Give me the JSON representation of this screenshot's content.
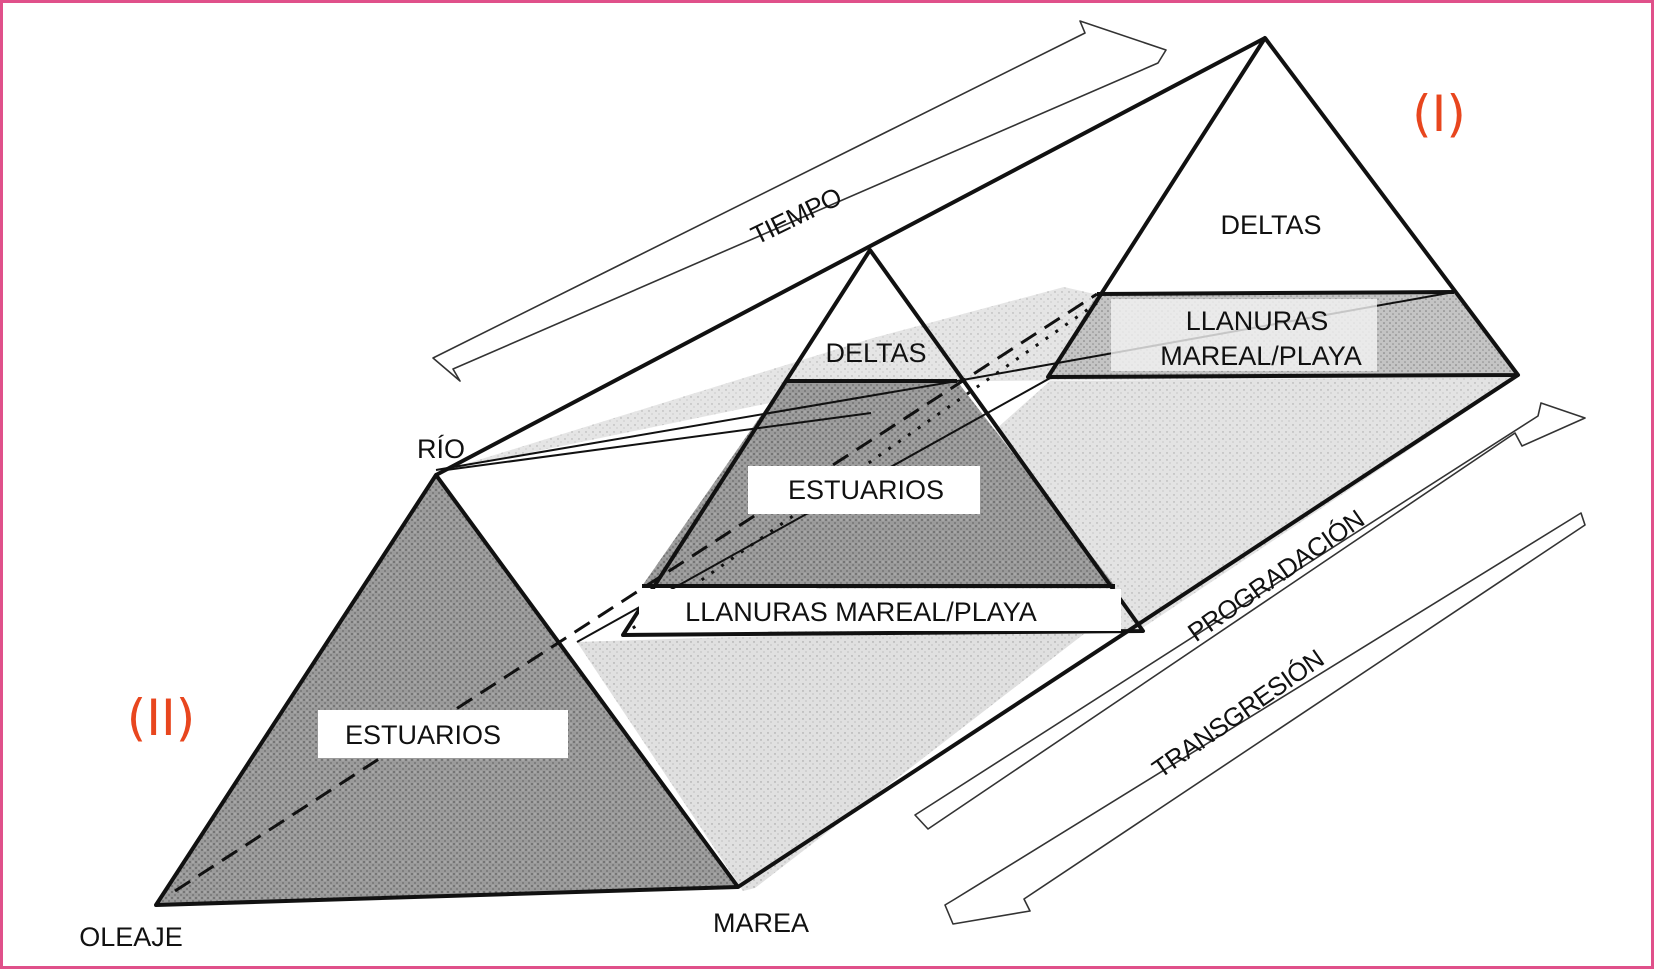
{
  "figure": {
    "vertex_labels": {
      "river": "RÍO",
      "wave": "OLEAJE",
      "tide": "MAREA"
    },
    "rear_triangle": {
      "marker": "(I)",
      "top_label": "DELTAS",
      "band_label_line1": "LLANURAS",
      "band_label_line2": "MAREAL/PLAYA"
    },
    "middle_triangle": {
      "top_label": "DELTAS",
      "center_label": "ESTUARIOS",
      "band_label": "LLANURAS MAREAL/PLAYA"
    },
    "front_triangle": {
      "marker": "(II)",
      "center_label": "ESTUARIOS"
    },
    "arrows": {
      "time": "TIEMPO",
      "progradation": "PROGRADACIÓN",
      "transgression": "TRANSGRESIÓN"
    },
    "colors": {
      "marker": "#e8461e",
      "frame": "#e0508a",
      "dark_shade": "#8c8c8c",
      "mid_shade": "#b4b4b4",
      "light_shade": "#d6d6d6"
    }
  }
}
